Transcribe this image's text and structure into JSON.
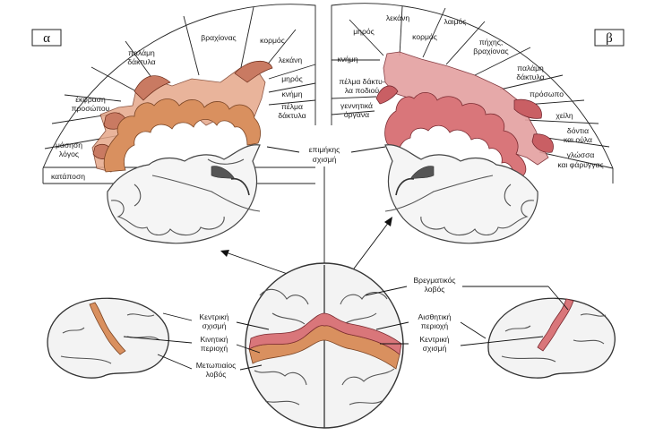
{
  "panels": {
    "left_letter": "α",
    "right_letter": "β"
  },
  "motor_labels": {
    "palm_fingers": [
      "παλάμη",
      "δάκτυλα"
    ],
    "arm": "βραχίονας",
    "trunk": "κορμός",
    "pelvis": "λεκάνη",
    "thigh": "μηρός",
    "shin": "κνήμη",
    "sole_toes": [
      "πέλμα",
      "δάκτυλα"
    ],
    "facial_expression": [
      "έκφραση",
      "προσώπου"
    ],
    "chewing_speech": [
      "μάσηση",
      "λόγος"
    ],
    "swallowing": "κατάποση"
  },
  "sensory_labels": {
    "pelvis": "λεκάνη",
    "thigh": "μηρός",
    "trunk": "κορμός",
    "neck": "λαιμός",
    "forearm_arm": [
      "πήχης,",
      "βραχίονας"
    ],
    "shin": "κνήμη",
    "palm_fingers": [
      "παλάμη",
      "δάκτυλα"
    ],
    "sole_toes": [
      "πέλμα δάκτυ-",
      "λα ποδιού"
    ],
    "genitals": [
      "γεννητικά",
      "όργανα"
    ],
    "face": "πρόσωπο",
    "lips": "χείλη",
    "teeth_gums": [
      "δόντια",
      "και ούλα"
    ],
    "tongue_pharynx": [
      "γλώσσα",
      "και φάρυγγας"
    ]
  },
  "center_label": [
    "επιμήκης",
    "σχισμή"
  ],
  "bottom_labels": {
    "central_sulcus_left": [
      "Κεντρική",
      "σχισμή"
    ],
    "motor_area": [
      "Κινητική",
      "περιοχή"
    ],
    "frontal_lobe": [
      "Μετωπιαίος",
      "λοβός"
    ],
    "parietal_lobe": [
      "Βρεγματικός",
      "λοβός"
    ],
    "sensory_area": [
      "Αισθητική",
      "περιοχή"
    ],
    "central_sulcus_right": [
      "Κεντρική",
      "σχισμή"
    ]
  },
  "colors": {
    "motor_strip": "#d9905f",
    "motor_homunculus": "#c97a62",
    "sensory_strip": "#d9767a",
    "sensory_homunculus": "#c95f64",
    "brain_outline": "#444444"
  }
}
